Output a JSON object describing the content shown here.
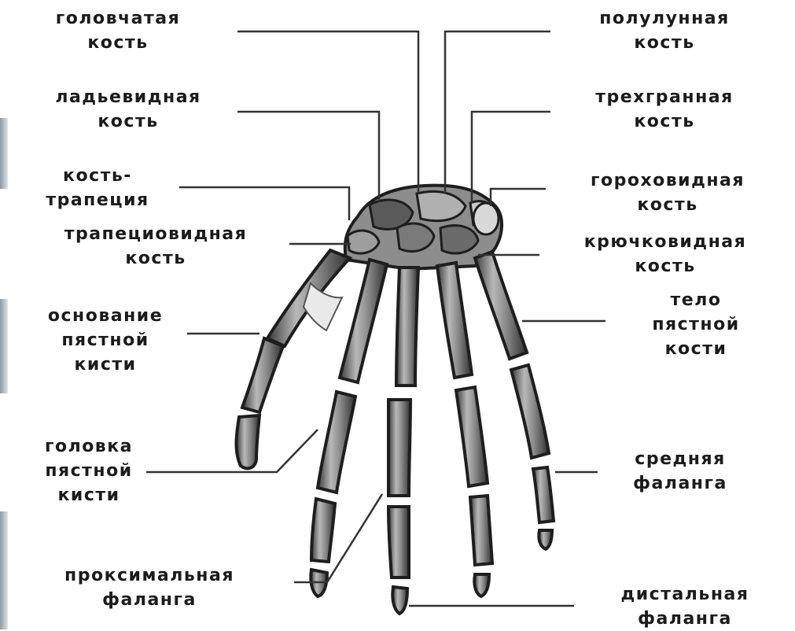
{
  "labels": {
    "capitate": [
      "головчатая",
      "кость"
    ],
    "lunate": [
      "полулунная",
      "кость"
    ],
    "scaphoid": [
      "ладьевидная",
      "кость"
    ],
    "triquetrum": [
      "трехгранная",
      "кость"
    ],
    "trapezium": [
      "кость-",
      "трапеция"
    ],
    "pisiform": [
      "гороховидная",
      "кость"
    ],
    "trapezoid": [
      "трапециовидная",
      "кость"
    ],
    "hamate": [
      "крючковидная",
      "кость"
    ],
    "metacarpal_base": [
      "основание",
      "пястной",
      "кисти"
    ],
    "metacarpal_body": [
      "тело",
      "пястной",
      "кости"
    ],
    "metacarpal_head": [
      "головка",
      "пястной",
      "кисти"
    ],
    "middle_phalanx": [
      "средняя",
      "фаланга"
    ],
    "proximal_phalanx": [
      "проксимальная",
      "фаланга"
    ],
    "distal_phalanx": [
      "дистальная",
      "фаланга"
    ]
  },
  "colors": {
    "bone_fill": "#9a9a9a",
    "bone_dark": "#2a2a2a",
    "bone_light": "#e8e8e8",
    "leader_line": "#333333",
    "label_text": "#1b1b1b"
  }
}
